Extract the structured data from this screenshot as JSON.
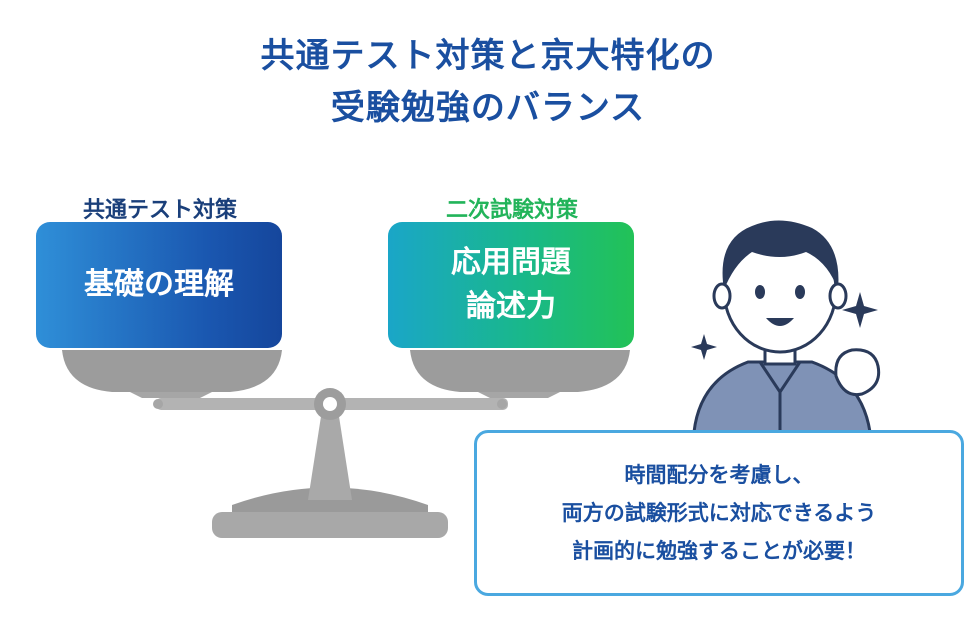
{
  "title": {
    "line1": "共通テスト対策と京大特化の",
    "line2": "受験勉強のバランス"
  },
  "left_pan": {
    "label": "共通テスト対策",
    "box_line1": "基礎の理解"
  },
  "right_pan": {
    "label": "二次試験対策",
    "box_line1": "応用問題",
    "box_line2": "論述力"
  },
  "bubble": {
    "line1": "時間配分を考慮し、",
    "line2": "両方の試験形式に対応できるよう",
    "line3": "計画的に勉強することが必要！"
  },
  "colors": {
    "title": "#1a4fa0",
    "left_label": "#1a3f7a",
    "right_label": "#22b45a",
    "bubble_border": "#4aa8e0",
    "scale_gray": "#b5b5b5"
  },
  "icons": [
    "balance-scale-icon",
    "student-character-icon",
    "sparkle-icon"
  ]
}
